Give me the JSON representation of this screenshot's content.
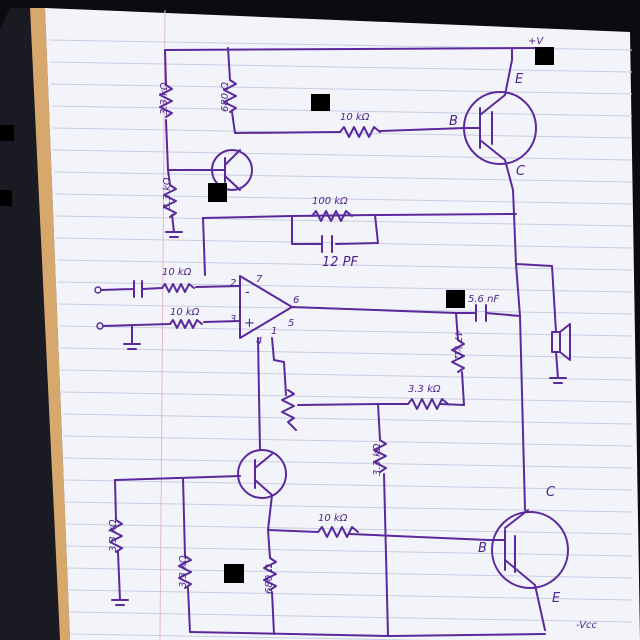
{
  "components": {
    "r_top_left": "3.3 kΩ",
    "r_top_collector": "680 Ω",
    "r_base_top_pnp": "10 kΩ",
    "r_top_left_low": "3.3 kΩ",
    "r_feedback": "100 kΩ",
    "c_feedback": "12 PF",
    "r_input_minus": "10 kΩ",
    "r_input_plus": "10 kΩ",
    "c_output": "5.6 nF",
    "r_output_shunt": "47 kΩ",
    "r_bias_mid": "3.3 kΩ",
    "r_mid_vertical": "3.3 kΩ",
    "r_bottom_left_a": "3.3 kΩ",
    "r_bottom_left_b": "3.3 kΩ",
    "r_base_bottom_npn": "10 kΩ",
    "r_bottom_collector": "680 Ω"
  },
  "pins": {
    "opamp_pin_7": "7",
    "opamp_pin_2": "2",
    "opamp_pin_3": "3",
    "opamp_pin_6": "6",
    "opamp_pin_5": "5",
    "opamp_pin_4": "4",
    "opamp_pin_1": "1",
    "minus_sign": "-",
    "plus_sign": "+"
  },
  "transistors": {
    "top_e": "E",
    "top_b": "B",
    "top_c": "C",
    "bottom_c": "C",
    "bottom_b": "B",
    "bottom_e": "E"
  },
  "rails": {
    "positive": "+V",
    "negative": "-Vcc"
  },
  "colors": {
    "ink": "#5a2a9c",
    "paper": "#f3f4fa",
    "paper_edge": "#d6a86e",
    "rule_line": "#c9cde2"
  }
}
